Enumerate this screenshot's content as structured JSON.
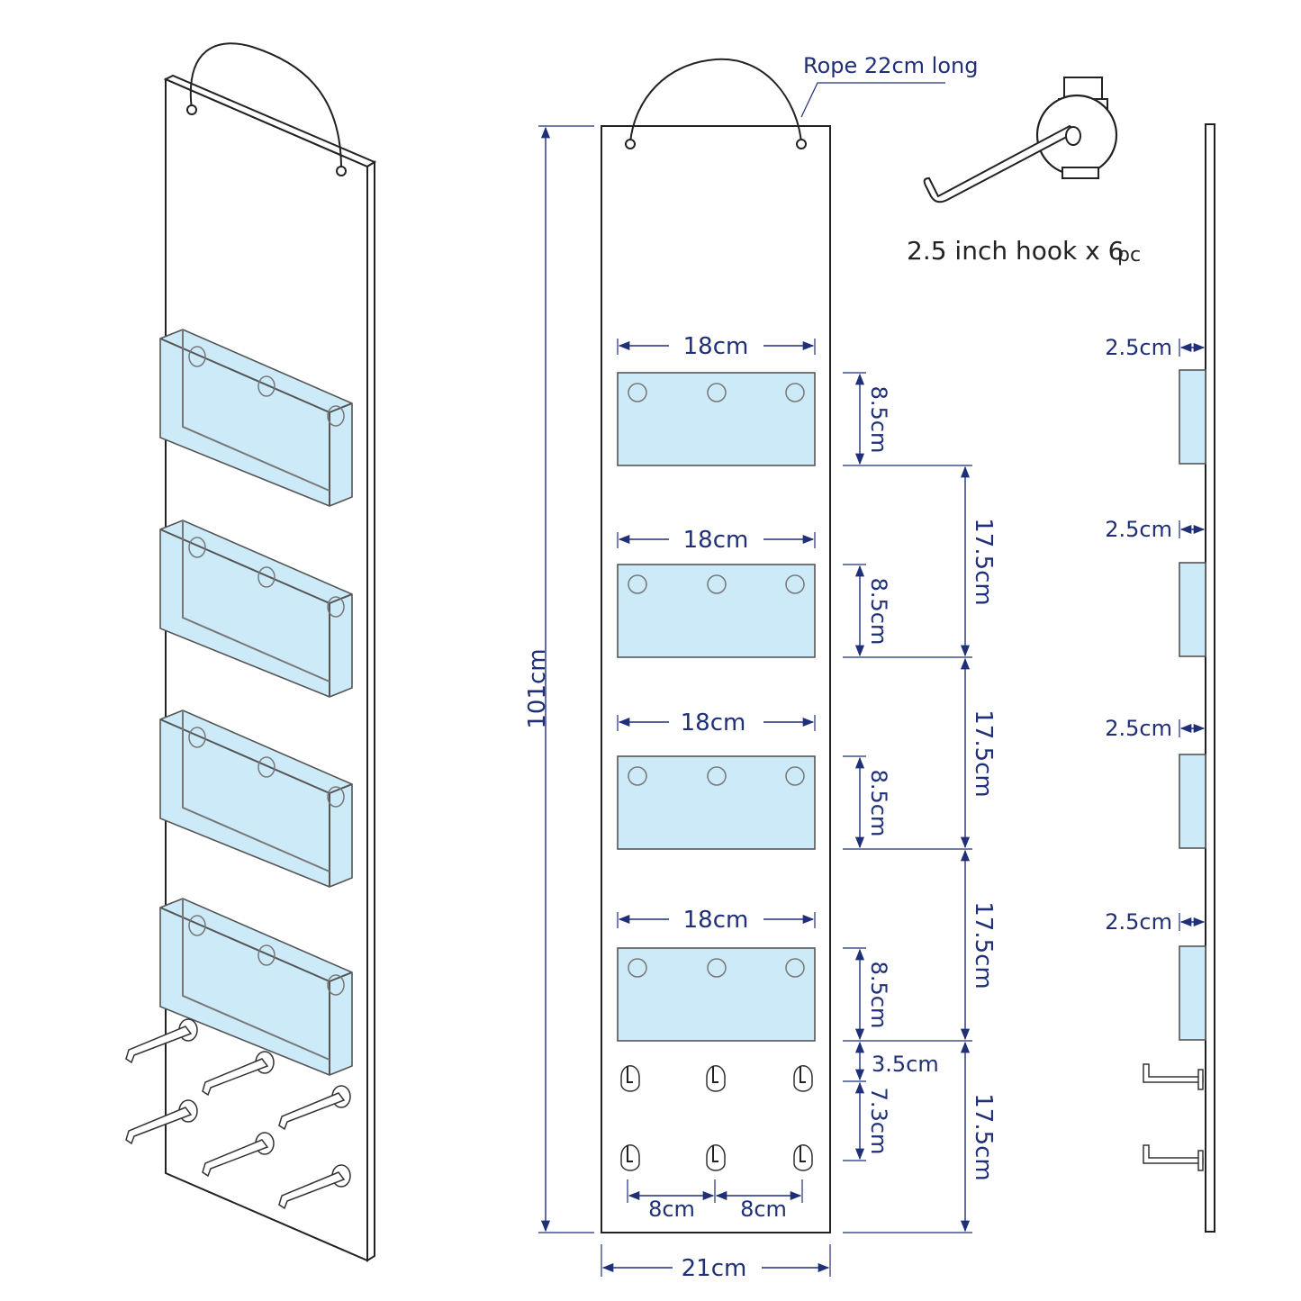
{
  "rope_label": "Rope 22cm long",
  "hook_label_main": "2.5 inch hook x 6",
  "hook_label_unit": "pc",
  "front_view": {
    "total_height": "101cm",
    "total_width": "21cm",
    "pocket_width": "18cm",
    "pocket_height": "8.5cm",
    "pocket_spacing": "17.5cm",
    "hook_gap_top": "3.5cm",
    "hook_row_spacing": "7.3cm",
    "hook_spacing_left": "8cm",
    "hook_spacing_right": "8cm"
  },
  "side_view": {
    "pocket_depth": "2.5cm"
  },
  "colors": {
    "dimension": "#1f2f78",
    "pocket_fill": "#cdeaf8",
    "outline": "#222222"
  }
}
